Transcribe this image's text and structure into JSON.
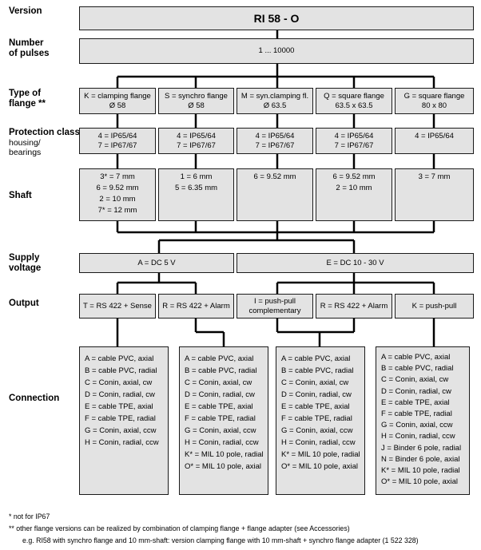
{
  "labels": {
    "version": "Version",
    "pulses_1": "Number",
    "pulses_2": "of pulses",
    "flange_1": "Type of",
    "flange_2": "flange **",
    "protection_1": "Protection class",
    "protection_2": "housing/",
    "protection_3": "bearings",
    "shaft": "Shaft",
    "supply_1": "Supply",
    "supply_2": "voltage",
    "output": "Output",
    "connection": "Connection"
  },
  "version": "RI 58 - O",
  "pulses": "1 ... 10000",
  "flanges": [
    {
      "line1": "K = clamping flange",
      "line2": "Ø 58"
    },
    {
      "line1": "S =  synchro flange",
      "line2": "Ø 58"
    },
    {
      "line1": "M = syn.clamping fl.",
      "line2": "Ø 63.5"
    },
    {
      "line1": "Q = square flange",
      "line2": "63.5 x 63.5"
    },
    {
      "line1": "G = square flange",
      "line2": "80 x 80"
    }
  ],
  "protection": [
    [
      "4 = IP65/64",
      "7 = IP67/67"
    ],
    [
      "4 = IP65/64",
      "7 = IP67/67"
    ],
    [
      "4 = IP65/64",
      "7 = IP67/67"
    ],
    [
      "4 = IP65/64",
      "7 = IP67/67"
    ],
    [
      "4 = IP65/64"
    ]
  ],
  "shafts": [
    [
      "3* = 7 mm",
      "6 = 9.52 mm",
      "2 = 10 mm",
      "7* = 12 mm"
    ],
    [
      "1 = 6 mm",
      "5 = 6.35 mm"
    ],
    [
      "6 = 9.52 mm"
    ],
    [
      "6 = 9.52 mm",
      "2 = 10 mm"
    ],
    [
      "3 = 7 mm"
    ]
  ],
  "supply": [
    "A = DC 5 V",
    "E = DC 10 - 30 V"
  ],
  "outputs": [
    {
      "line1": "T = RS 422 + Sense",
      "line2": ""
    },
    {
      "line1": "R = RS 422 + Alarm",
      "line2": ""
    },
    {
      "line1": "I = push-pull",
      "line2": "complementary"
    },
    {
      "line1": "R = RS 422 + Alarm",
      "line2": ""
    },
    {
      "line1": "K = push-pull",
      "line2": ""
    }
  ],
  "connections": [
    [
      "A = cable PVC, axial",
      "B = cable PVC, radial",
      "C = Conin, axial, cw",
      "D = Conin, radial, cw",
      "E = cable TPE, axial",
      "F = cable TPE, radial",
      "G = Conin, axial, ccw",
      "H = Conin, radial, ccw"
    ],
    [
      "A = cable PVC, axial",
      "B = cable PVC, radial",
      "C = Conin, axial, cw",
      "D = Conin, radial, cw",
      "E = cable TPE, axial",
      "F = cable TPE, radial",
      "G = Conin, axial, ccw",
      "H = Conin, radial, ccw",
      "K* = MIL 10 pole, radial",
      "O* = MIL 10 pole, axial"
    ],
    [
      "A = cable PVC, axial",
      "B = cable PVC, radial",
      "C = Conin, axial, cw",
      "D = Conin, radial, cw",
      "E = cable TPE, axial",
      "F = cable TPE, radial",
      "G = Conin, axial, ccw",
      "H = Conin, radial, ccw",
      "K* = MIL 10 pole, radial",
      "O* = MIL 10 pole, axial"
    ],
    [
      "A = cable PVC, axial",
      "B = cable PVC, radial",
      "C = Conin, axial, cw",
      "D = Conin, radial, cw",
      "E = cable TPE, axial",
      "F = cable TPE, radial",
      "G = Conin, axial, ccw",
      "H = Conin, radial, ccw",
      "J = Binder 6 pole, radial",
      "N = Binder 6 pole, axial",
      "K* = MIL 10 pole, radial",
      "O* = MIL 10 pole, axial"
    ]
  ],
  "footnotes": {
    "n1": "*  not for IP67",
    "n2": "** other flange versions can be realized by combination of clamping flange + flange adapter (see Accessories)",
    "n3": "e.g. RI58 with synchro flange and 10 mm-shaft: version clamping flange with 10 mm-shaft + synchro flange adapter (1 522 328)"
  }
}
